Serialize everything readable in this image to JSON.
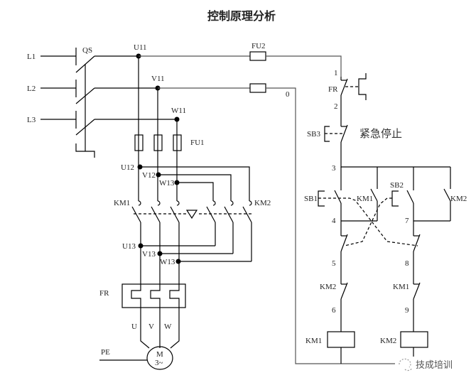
{
  "title": "控制原理分析",
  "main_circuit": {
    "phases": [
      "L1",
      "L2",
      "L3"
    ],
    "switch": "QS",
    "nodes_top": [
      "U11",
      "V11",
      "W11"
    ],
    "fuse_main": "FU1",
    "nodes_mid": [
      "U12",
      "V12",
      "W13"
    ],
    "contactor_left": "KM1",
    "contactor_right": "KM2",
    "nodes_low": [
      "U13",
      "V13",
      "W13"
    ],
    "overload": "FR",
    "motor_terminals": [
      "U",
      "V",
      "W"
    ],
    "ground": "PE",
    "motor_label": "M",
    "motor_sub": "3~"
  },
  "control_circuit": {
    "fuse_ctrl": "FU2",
    "neutral_node": "0",
    "fr_contact": "FR",
    "stop_button": "SB3",
    "stop_text": "紧急停止",
    "wire_numbers": [
      "1",
      "2",
      "3",
      "4",
      "5",
      "6",
      "7",
      "8",
      "9"
    ],
    "fwd_button": "SB1",
    "fwd_hold": "KM1",
    "rev_button": "SB2",
    "rev_hold": "KM2",
    "interlock_left": "KM2",
    "interlock_right": "KM1",
    "coil_left": "KM1",
    "coil_right": "KM2"
  },
  "watermark": "技成培训"
}
